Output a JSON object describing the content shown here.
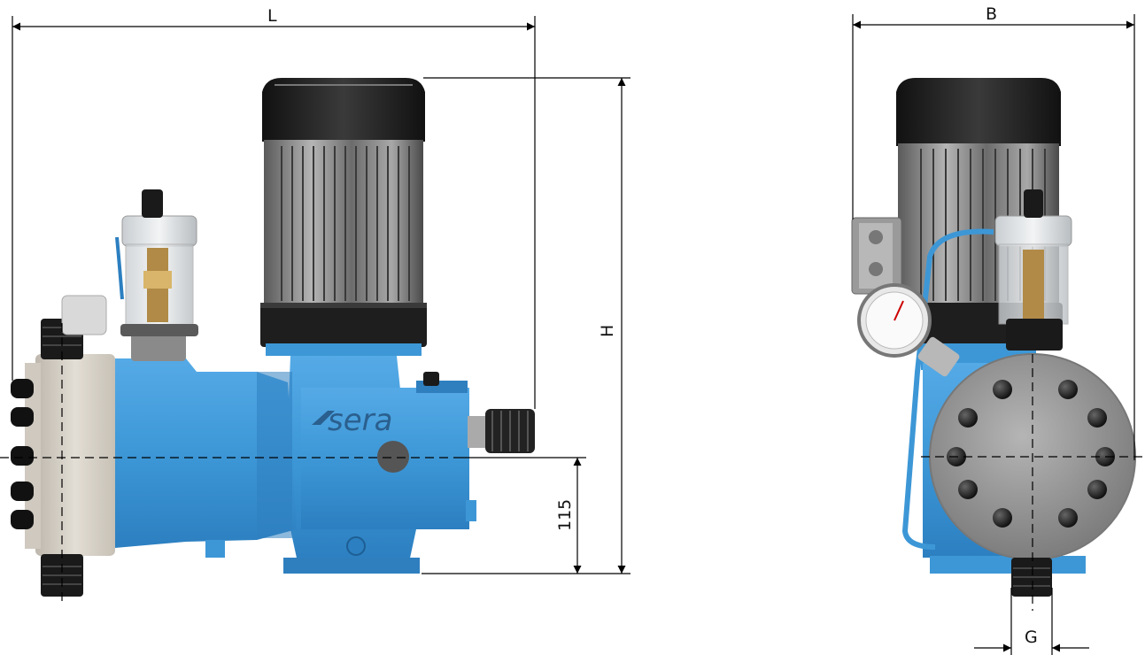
{
  "dimensions": {
    "length_label": "L",
    "height_label": "H",
    "width_label": "B",
    "axis_height_label": "115",
    "connection_label": "G"
  },
  "brand": {
    "logo_text": "sera"
  },
  "colors": {
    "pump_blue": "#3d97d6",
    "pump_blue_dark": "#2f7fbf",
    "head_beige": "#d6d0c6",
    "motor_black": "#1e1e1e",
    "motor_grey": "#8a8a8a",
    "head_grey": "#9a9a9a",
    "bolt_black": "#1a1a1a"
  }
}
